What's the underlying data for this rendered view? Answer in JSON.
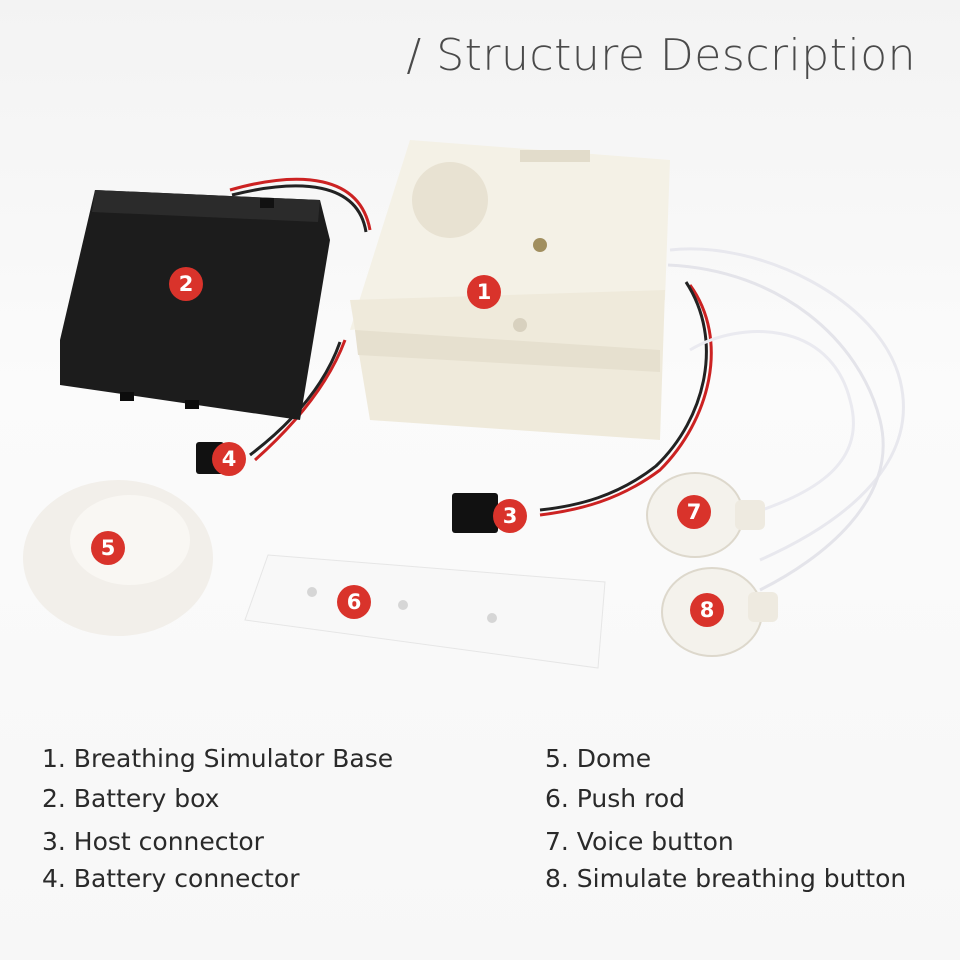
{
  "title": "/ Structure Description",
  "badges": [
    "1",
    "2",
    "3",
    "4",
    "5",
    "6",
    "7",
    "8"
  ],
  "legend": {
    "left": [
      "1. Breathing Simulator Base",
      "2. Battery box",
      "3. Host connector",
      "4. Battery connector"
    ],
    "right": [
      "5. Dome",
      "6. Push rod",
      "7. Voice button",
      "8. Simulate breathing button"
    ]
  },
  "colors": {
    "badge": "#d9332b",
    "battery_box": "#1e1e1e",
    "plastic": "#f3efe4"
  }
}
